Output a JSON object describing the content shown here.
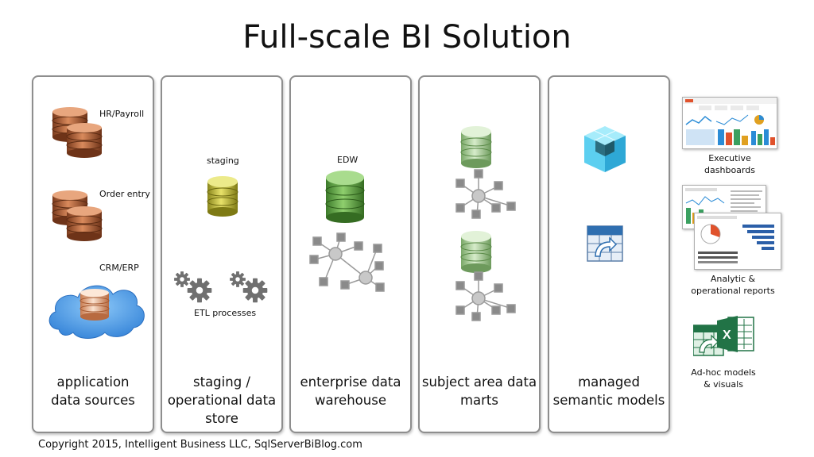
{
  "title": "Full-scale BI Solution",
  "panels": [
    {
      "label_lines": [
        "application",
        "data sources"
      ],
      "sources": [
        "HR/Payroll",
        "Order entry",
        "CRM/ERP"
      ]
    },
    {
      "label_lines": [
        "staging /",
        "operational data",
        "store"
      ],
      "top_label": "staging",
      "bottom_label": "ETL processes"
    },
    {
      "label_lines": [
        "enterprise data",
        "warehouse"
      ],
      "top_label": "EDW"
    },
    {
      "label_lines": [
        "subject area data",
        "marts"
      ]
    },
    {
      "label_lines": [
        "managed",
        "semantic models"
      ]
    }
  ],
  "outputs": [
    {
      "lines": [
        "Executive",
        "dashboards"
      ]
    },
    {
      "lines": [
        "Analytic &",
        "operational reports"
      ]
    },
    {
      "lines": [
        "Ad-hoc models",
        "& visuals"
      ]
    }
  ],
  "copyright": "Copyright 2015, Intelligent Business LLC, SqlServerBiBlog.com",
  "colors": {
    "copper": "#b8683e",
    "yellow": "#c8c23a",
    "green": "#6aa84f",
    "light_green": "#9ccf8a",
    "cube": "#5ccff0",
    "cloud": "#5a9fe0",
    "gear": "#6e6e6e",
    "node": "#8a8a8a"
  }
}
